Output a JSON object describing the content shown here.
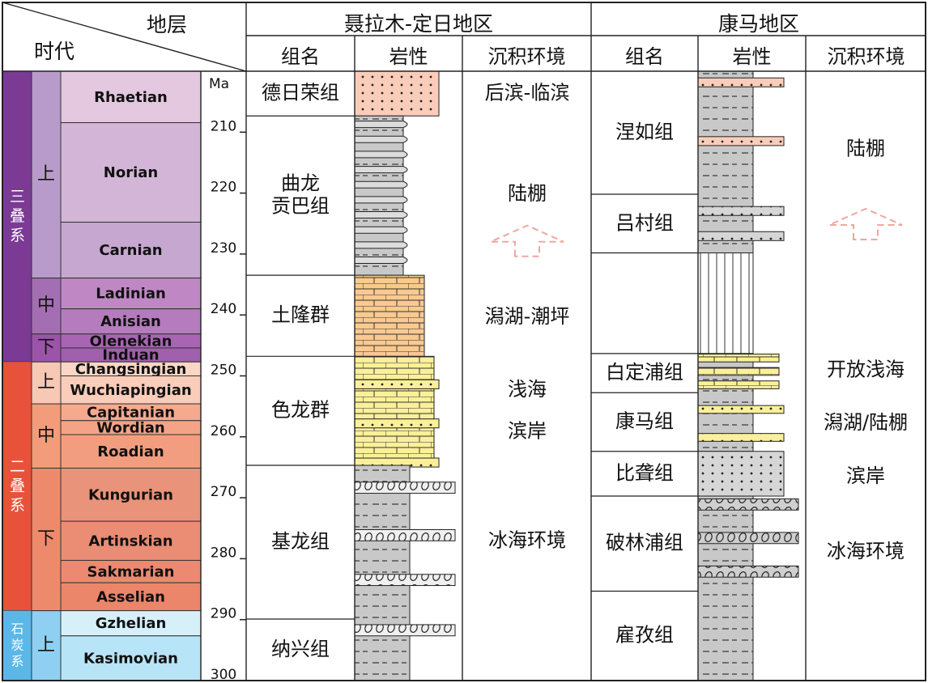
{
  "header": {
    "stratum_label": "地层",
    "era_label": "时代",
    "regions": [
      {
        "name": "聂拉木-定日地区"
      },
      {
        "name": "康马地区"
      }
    ],
    "col_labels": [
      "组名",
      "岩性",
      "沉积环境",
      "组名",
      "岩性",
      "沉积环境"
    ]
  },
  "timescale": {
    "unit": "Ma",
    "ticks": [
      210,
      220,
      230,
      240,
      250,
      260,
      270,
      280,
      290,
      300
    ]
  },
  "systems": [
    {
      "name": "三叠系",
      "color": "#7b3a94",
      "series": [
        {
          "name": "上",
          "color": "#b89bcb",
          "stages": [
            {
              "name": "Rhaetian",
              "color": "#e3c8e0",
              "top": 0,
              "bottom": 9.2
            },
            {
              "name": "Norian",
              "color": "#d3b6d7",
              "top": 9.2,
              "bottom": 27
            },
            {
              "name": "Carnian",
              "color": "#c6a7cf",
              "top": 27,
              "bottom": 37
            }
          ]
        },
        {
          "name": "中",
          "color": "#a46fb2",
          "stages": [
            {
              "name": "Ladinian",
              "color": "#bf88c5",
              "top": 37,
              "bottom": 42.5
            },
            {
              "name": "Anisian",
              "color": "#b47cbc",
              "top": 42.5,
              "bottom": 47
            }
          ]
        },
        {
          "name": "下",
          "color": "#9a55a8",
          "stages": [
            {
              "name": "Olenekian",
              "color": "#a965b3",
              "top": 47,
              "bottom": 49.5
            },
            {
              "name": "Induan",
              "color": "#a060ad",
              "top": 49.5,
              "bottom": 52
            }
          ]
        }
      ]
    },
    {
      "name": "二叠系",
      "color": "#e8523a",
      "series": [
        {
          "name": "上",
          "color": "#f7c8b4",
          "stages": [
            {
              "name": "Changsingian",
              "color": "#fad6c6",
              "top": 52,
              "bottom": 54.5
            },
            {
              "name": "Wuchiapingian",
              "color": "#f9cdb9",
              "top": 54.5,
              "bottom": 59.5
            }
          ]
        },
        {
          "name": "中",
          "color": "#f29c7b",
          "stages": [
            {
              "name": "Capitanian",
              "color": "#f5aa8e",
              "top": 59.5,
              "bottom": 62.5
            },
            {
              "name": "Wordian",
              "color": "#f4a386",
              "top": 62.5,
              "bottom": 65
            },
            {
              "name": "Roadian",
              "color": "#f29d80",
              "top": 65,
              "bottom": 71
            }
          ]
        },
        {
          "name": "下",
          "color": "#ee8a6c",
          "stages": [
            {
              "name": "Kungurian",
              "color": "#e9937a",
              "top": 71,
              "bottom": 80.5
            },
            {
              "name": "Artinskian",
              "color": "#ea8d74",
              "top": 80.5,
              "bottom": 87.5
            },
            {
              "name": "Sakmarian",
              "color": "#eb8a70",
              "top": 87.5,
              "bottom": 91.5
            },
            {
              "name": "Asselian",
              "color": "#ec866b",
              "top": 91.5,
              "bottom": 96.5
            }
          ]
        }
      ]
    },
    {
      "name": "石炭系",
      "color": "#5bb7e8",
      "series": [
        {
          "name": "上",
          "color": "#8fd0f2",
          "stages": [
            {
              "name": "Gzhelian",
              "color": "#d6f0fa",
              "top": 96.5,
              "bottom": 101
            },
            {
              "name": "Kasimovian",
              "color": "#b8e4f7",
              "top": 101,
              "bottom": 109
            }
          ]
        }
      ]
    }
  ],
  "nyalam": {
    "formations": [
      {
        "name": "德日荣组",
        "top": 0,
        "bottom": 8
      },
      {
        "name": "曲龙\n贡巴组",
        "top": 8,
        "bottom": 36.5
      },
      {
        "name": "土隆群",
        "top": 36.5,
        "bottom": 51
      },
      {
        "name": "色龙群",
        "top": 51,
        "bottom": 70.5
      },
      {
        "name": "基龙组",
        "top": 70.5,
        "bottom": 98
      },
      {
        "name": "纳兴组",
        "top": 98,
        "bottom": 109
      }
    ],
    "environments": [
      {
        "name": "后滨-临滨",
        "pos": 4
      },
      {
        "name": "陆棚",
        "pos": 22
      },
      {
        "name": "潟湖-潮坪",
        "pos": 44
      },
      {
        "name": "浅海",
        "pos": 57
      },
      {
        "name": "滨岸",
        "pos": 64.5
      },
      {
        "name": "冰海环境",
        "pos": 84
      }
    ]
  },
  "kangmar": {
    "formations": [
      {
        "name": "涅如组",
        "top": 0,
        "bottom": 22
      },
      {
        "name": "吕村组",
        "top": 22,
        "bottom": 32.5
      },
      {
        "name": "",
        "top": 32.5,
        "bottom": 50.5
      },
      {
        "name": "白定浦组",
        "top": 50.5,
        "bottom": 57.5
      },
      {
        "name": "康马组",
        "top": 57.5,
        "bottom": 68
      },
      {
        "name": "比聋组",
        "top": 68,
        "bottom": 76
      },
      {
        "name": "破林浦组",
        "top": 76,
        "bottom": 93
      },
      {
        "name": "雇孜组",
        "top": 93,
        "bottom": 109
      }
    ],
    "environments": [
      {
        "name": "陆棚",
        "pos": 14
      },
      {
        "name": "开放浅海",
        "pos": 53.5
      },
      {
        "name": "潟湖/陆棚",
        "pos": 63
      },
      {
        "name": "滨岸",
        "pos": 72.5
      },
      {
        "name": "冰海环境",
        "pos": 86
      }
    ]
  },
  "colors": {
    "sandstone": "#f9cdb9",
    "limestone": "#f9c98f",
    "dolomite": "#fbf09a",
    "shale": "#c8c8c8",
    "arrow": "#f0a6a0"
  }
}
